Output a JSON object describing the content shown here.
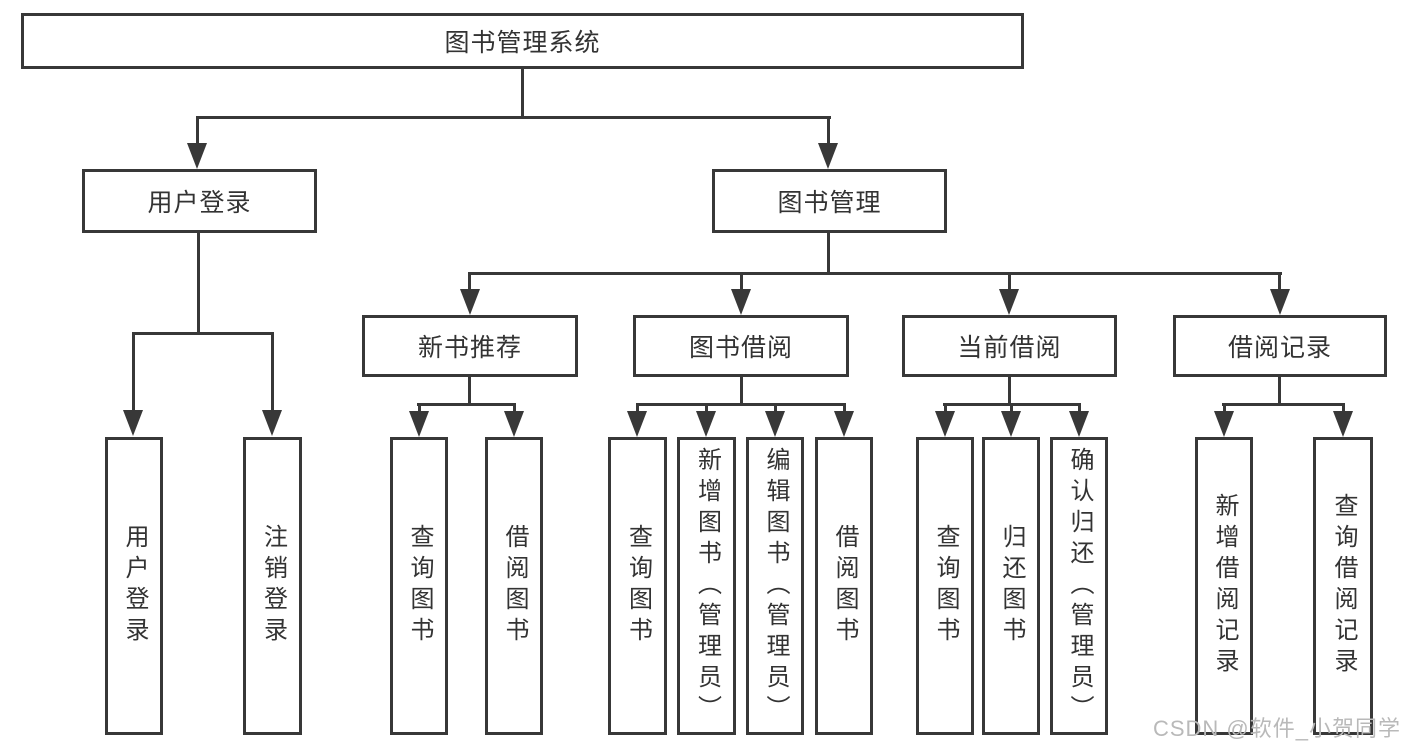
{
  "diagram": {
    "title": "图书管理系统",
    "branches": {
      "user_login": {
        "label": "用户登录",
        "children": [
          "用户登录",
          "注销登录"
        ]
      },
      "book_management": {
        "label": "图书管理",
        "children": [
          {
            "label": "新书推荐",
            "children": [
              "查询图书",
              "借阅图书"
            ]
          },
          {
            "label": "图书借阅",
            "children": [
              "查询图书",
              "新增图书（管理员）",
              "编辑图书（管理员）",
              "借阅图书"
            ]
          },
          {
            "label": "当前借阅",
            "children": [
              "查询图书",
              "归还图书",
              "确认归还（管理员）"
            ]
          },
          {
            "label": "借阅记录",
            "children": [
              "新增借阅记录",
              "查询借阅记录"
            ]
          }
        ]
      }
    }
  },
  "watermark": {
    "text": "CSDN @软件_小贺同学"
  },
  "colors": {
    "line": "#383838",
    "text": "#333333",
    "watermark": "#b9b9b9",
    "background": "#ffffff"
  }
}
